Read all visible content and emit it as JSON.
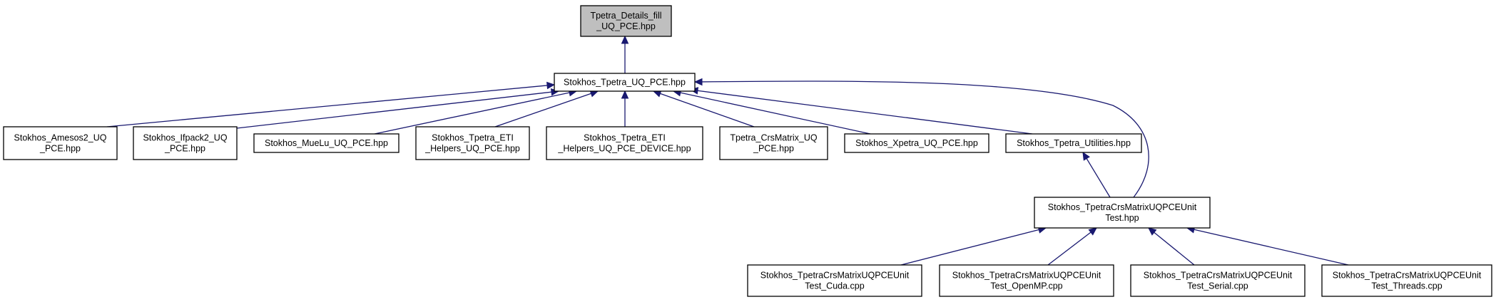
{
  "colors": {
    "edge": "#191970",
    "root_fill": "#bfbfbf",
    "node_fill": "#ffffff",
    "border": "#000000"
  },
  "nodes": [
    {
      "id": "root",
      "lines": [
        "Tpetra_Details_fill",
        "_UQ_PCE.hpp"
      ],
      "highlighted": true
    },
    {
      "id": "uq_pce",
      "lines": [
        "Stokhos_Tpetra_UQ_PCE.hpp"
      ]
    },
    {
      "id": "amesos2",
      "lines": [
        "Stokhos_Amesos2_UQ",
        "_PCE.hpp"
      ]
    },
    {
      "id": "ifpack2",
      "lines": [
        "Stokhos_Ifpack2_UQ",
        "_PCE.hpp"
      ]
    },
    {
      "id": "muelu",
      "lines": [
        "Stokhos_MueLu_UQ_PCE.hpp"
      ]
    },
    {
      "id": "eti_helpers",
      "lines": [
        "Stokhos_Tpetra_ETI",
        "_Helpers_UQ_PCE.hpp"
      ]
    },
    {
      "id": "eti_device",
      "lines": [
        "Stokhos_Tpetra_ETI",
        "_Helpers_UQ_PCE_DEVICE.hpp"
      ]
    },
    {
      "id": "crsmatrix",
      "lines": [
        "Tpetra_CrsMatrix_UQ",
        "_PCE.hpp"
      ]
    },
    {
      "id": "xpetra",
      "lines": [
        "Stokhos_Xpetra_UQ_PCE.hpp"
      ]
    },
    {
      "id": "utilities",
      "lines": [
        "Stokhos_Tpetra_Utilities.hpp"
      ]
    },
    {
      "id": "unittest",
      "lines": [
        "Stokhos_TpetraCrsMatrixUQPCEUnit",
        "Test.hpp"
      ]
    },
    {
      "id": "cuda",
      "lines": [
        "Stokhos_TpetraCrsMatrixUQPCEUnit",
        "Test_Cuda.cpp"
      ]
    },
    {
      "id": "openmp",
      "lines": [
        "Stokhos_TpetraCrsMatrixUQPCEUnit",
        "Test_OpenMP.cpp"
      ]
    },
    {
      "id": "serial",
      "lines": [
        "Stokhos_TpetraCrsMatrixUQPCEUnit",
        "Test_Serial.cpp"
      ]
    },
    {
      "id": "threads",
      "lines": [
        "Stokhos_TpetraCrsMatrixUQPCEUnit",
        "Test_Threads.cpp"
      ]
    }
  ],
  "edges": [
    {
      "from": "uq_pce",
      "to": "root"
    },
    {
      "from": "amesos2",
      "to": "uq_pce"
    },
    {
      "from": "ifpack2",
      "to": "uq_pce"
    },
    {
      "from": "muelu",
      "to": "uq_pce"
    },
    {
      "from": "eti_helpers",
      "to": "uq_pce"
    },
    {
      "from": "eti_device",
      "to": "uq_pce"
    },
    {
      "from": "crsmatrix",
      "to": "uq_pce"
    },
    {
      "from": "xpetra",
      "to": "uq_pce"
    },
    {
      "from": "utilities",
      "to": "uq_pce"
    },
    {
      "from": "unittest",
      "to": "uq_pce"
    },
    {
      "from": "unittest",
      "to": "utilities"
    },
    {
      "from": "cuda",
      "to": "unittest"
    },
    {
      "from": "openmp",
      "to": "unittest"
    },
    {
      "from": "serial",
      "to": "unittest"
    },
    {
      "from": "threads",
      "to": "unittest"
    }
  ]
}
